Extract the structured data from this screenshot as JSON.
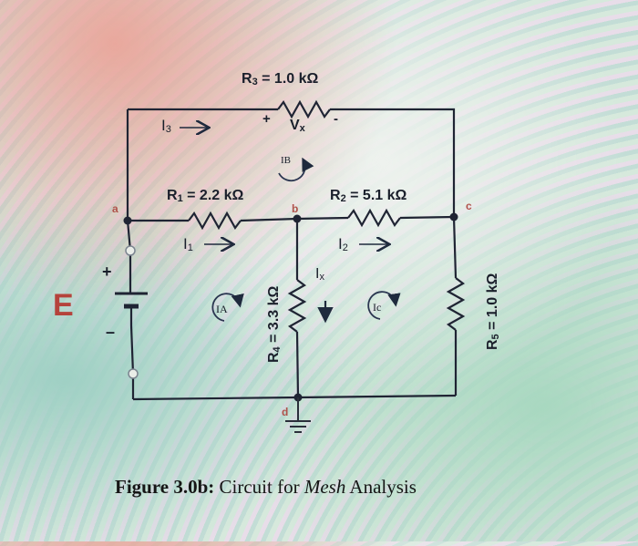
{
  "diagram": {
    "source_label": "E",
    "source_plus": "+",
    "source_minus": "–",
    "resistors": {
      "r1": {
        "name": "R",
        "sub": "1",
        "value": " = 2.2 kΩ"
      },
      "r2": {
        "name": "R",
        "sub": "2",
        "value": " = 5.1 kΩ"
      },
      "r3": {
        "name": "R",
        "sub": "3",
        "value": " = 1.0 kΩ"
      },
      "r4": {
        "name": "R",
        "sub": "4",
        "value": " = 3.3 kΩ"
      },
      "r5": {
        "name": "R",
        "sub": "5",
        "value": " = 1.0 kΩ"
      }
    },
    "branch_currents": {
      "i1": {
        "name": "I",
        "sub": "1"
      },
      "i2": {
        "name": "I",
        "sub": "2"
      },
      "i3": {
        "name": "I",
        "sub": "3"
      },
      "ix": {
        "name": "I",
        "sub": "x"
      }
    },
    "mesh_currents": {
      "ia": "IA",
      "ib": "IB",
      "ic": "Ic"
    },
    "voltage": {
      "name": "V",
      "sub": "x",
      "plus": "+",
      "minus": "-"
    },
    "nodes": {
      "a": "a",
      "b": "b",
      "c": "c",
      "d": "d"
    }
  },
  "caption": {
    "figure": "Figure 3.0b:",
    "text_before": " Circuit for ",
    "italic": "Mesh",
    "text_after": " Analysis"
  }
}
